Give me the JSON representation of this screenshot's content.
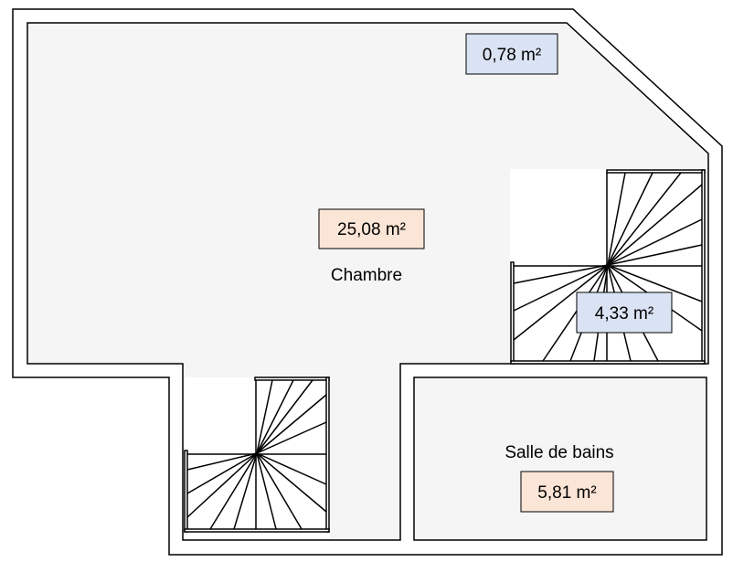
{
  "rooms": {
    "chambre": {
      "name": "Chambre",
      "area": "25,08 m²"
    },
    "salle_de_bains": {
      "name": "Salle de bains",
      "area": "5,81 m²"
    }
  },
  "areas": {
    "corner": "0,78 m²",
    "stair_right": "4,33 m²"
  },
  "colors": {
    "floor": "#f5f5f5",
    "wall": "#ffffff",
    "line": "#000000",
    "label_orange_fill": "#fbe5d6",
    "label_blue_fill": "#dae3f3"
  }
}
